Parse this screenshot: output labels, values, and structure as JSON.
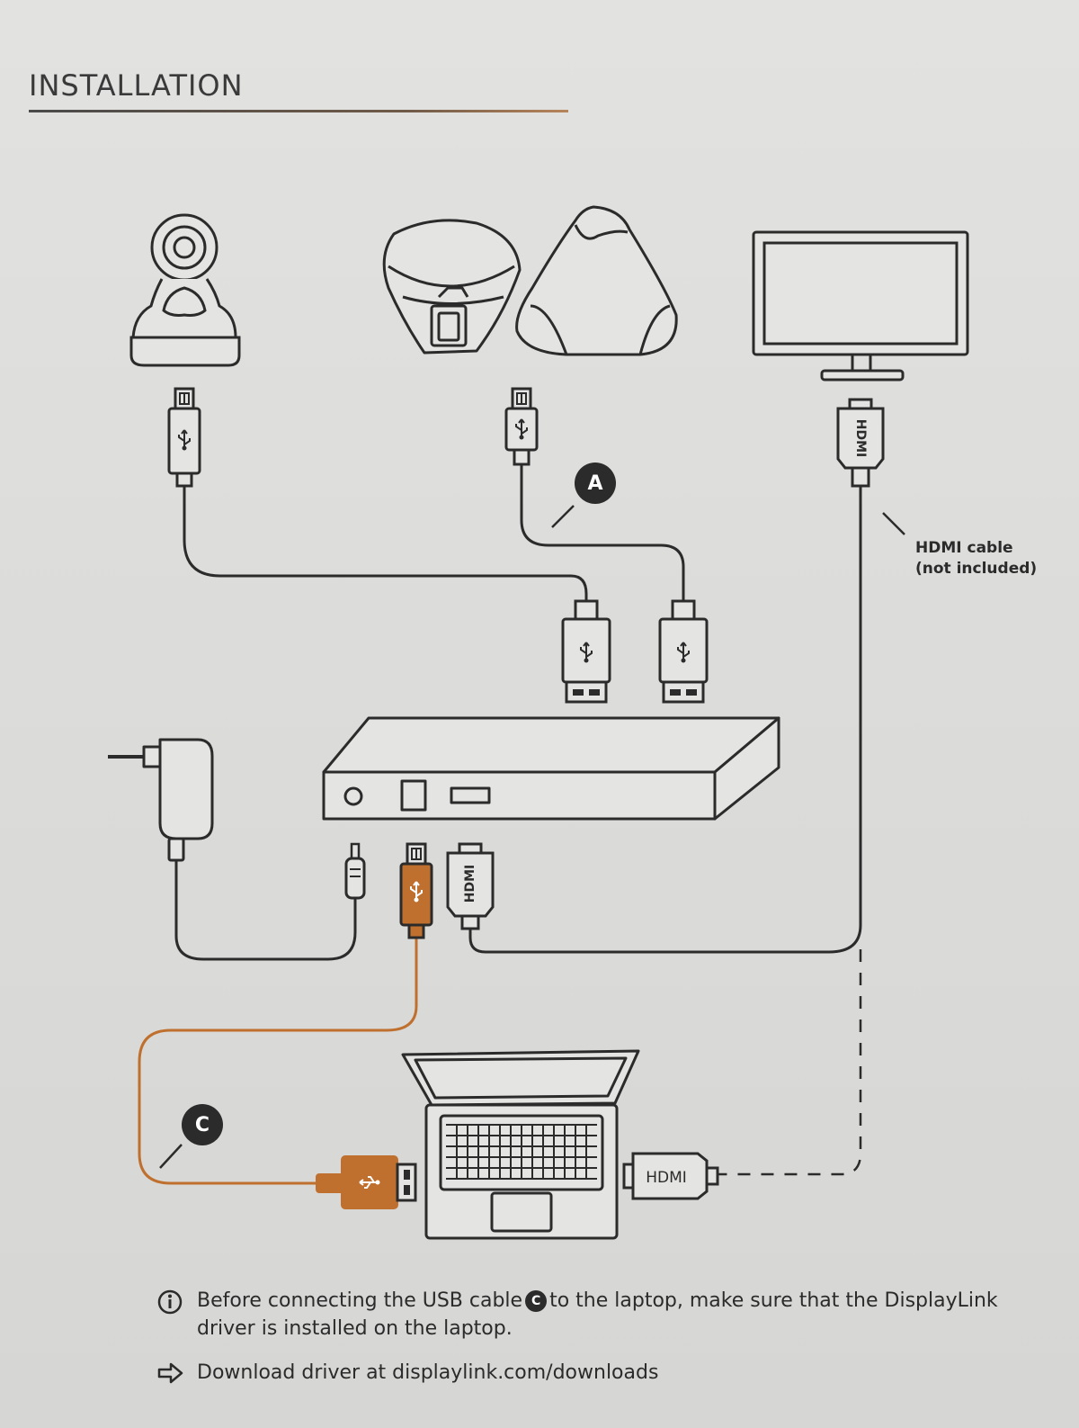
{
  "header": {
    "title": "INSTALLATION"
  },
  "diagram": {
    "badge_a": "A",
    "badge_c": "C",
    "hdmi_cable_note": [
      "HDMI cable",
      "(not included)"
    ],
    "connector_label_hdmi": "HDMI",
    "colors": {
      "line": "#2b2b2b",
      "highlight": "#c0702e",
      "background": "#dcdcda"
    }
  },
  "notes": {
    "info_before": "Before connecting the USB cable",
    "info_badge": "C",
    "info_after": "to the laptop, make sure that the DisplayLink driver is installed on the laptop.",
    "download": "Download driver at displaylink.com/downloads"
  },
  "icons": {
    "info": "info-circle-icon",
    "download": "arrow-right-icon"
  }
}
